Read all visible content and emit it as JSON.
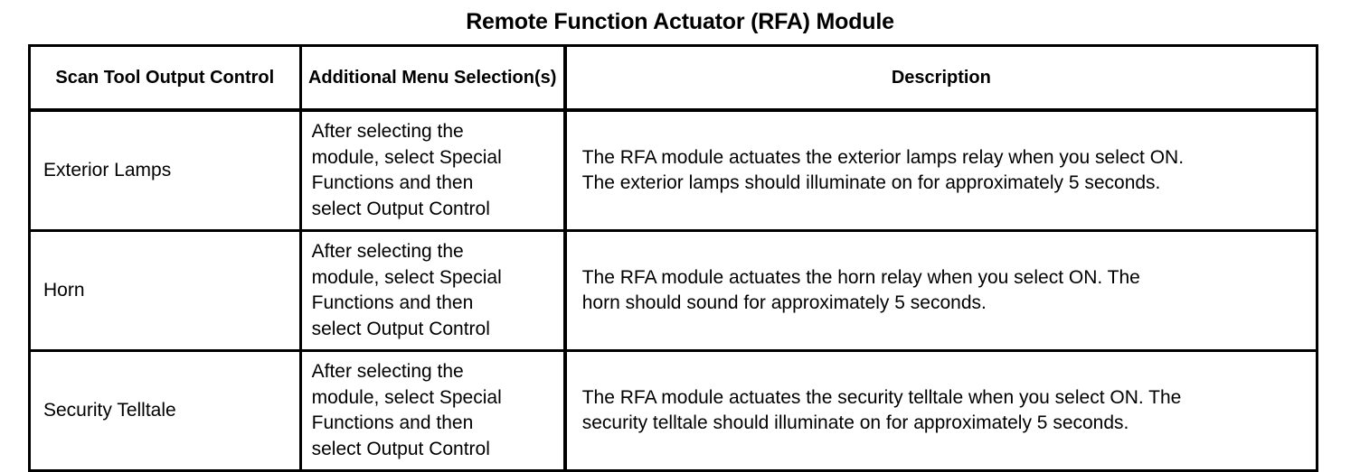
{
  "document": {
    "title": "Remote Function Actuator (RFA) Module"
  },
  "table": {
    "headers": [
      "Scan Tool\nOutput Control",
      "Additional Menu\nSelection(s)",
      "Description"
    ],
    "rows": [
      {
        "scan_tool_output_control": "Exterior Lamps",
        "additional_menu_selections": "After selecting the\nmodule, select Special\nFunctions and then\nselect Output Control",
        "description": "The RFA module actuates the exterior lamps relay when you select ON.\nThe exterior lamps should illuminate on for approximately 5 seconds."
      },
      {
        "scan_tool_output_control": "Horn",
        "additional_menu_selections": "After selecting the\nmodule, select Special\nFunctions and then\nselect Output Control",
        "description": "The RFA module actuates the horn relay when you select ON. The\nhorn should sound for approximately 5 seconds."
      },
      {
        "scan_tool_output_control": "Security Telltale",
        "additional_menu_selections": "After selecting the\nmodule, select Special\nFunctions and then\nselect Output Control",
        "description": "The RFA module actuates the security telltale when you select ON. The\nsecurity telltale should illuminate on for approximately 5 seconds."
      }
    ]
  },
  "colors": {
    "text": "#000000",
    "background": "#ffffff",
    "border": "#000000"
  }
}
